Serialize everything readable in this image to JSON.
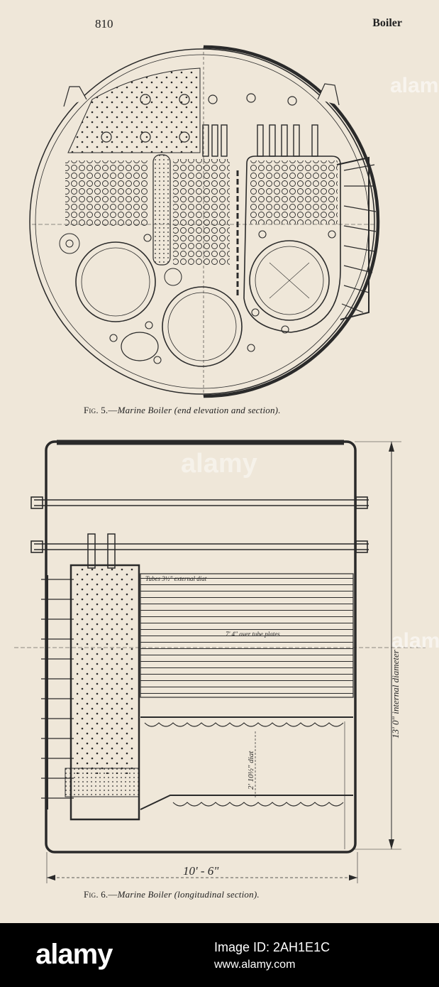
{
  "header": {
    "page_number": "810",
    "running_head": "Boiler"
  },
  "figure_5": {
    "label": "Fig. 5.",
    "title": "Marine Boiler (end elevation and section)."
  },
  "figure_6": {
    "label": "Fig. 6.",
    "title": "Marine Boiler (longitudinal section).",
    "annotations": {
      "tubes": "Tubes 3½\" external diat",
      "tube_plates": "7' 4\" over tube plates",
      "diameter": "13' 0\" internal diameter",
      "furnace": "2' 10½\" diat",
      "length": "10' - 6\""
    }
  },
  "watermark": {
    "text": "alamy"
  },
  "footer": {
    "logo": "alamy",
    "image_id": "Image ID: 2AH1E1C",
    "url": "www.alamy.com"
  },
  "colors": {
    "paper": "#efe7d9",
    "ink": "#2a2a2a",
    "footer": "#000000"
  }
}
